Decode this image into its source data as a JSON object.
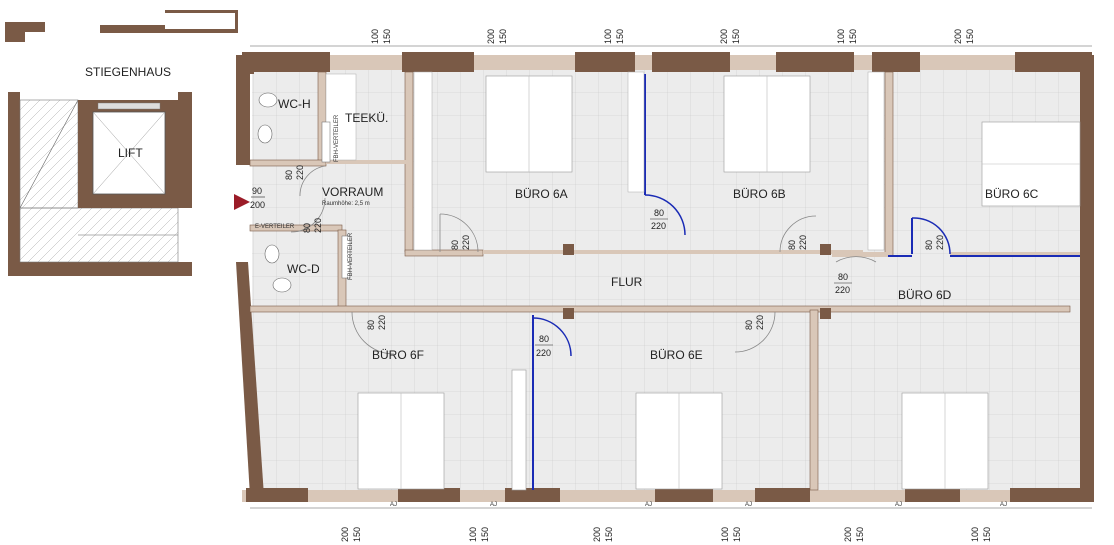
{
  "rooms": {
    "stiegenhaus": "STIEGENHAUS",
    "lift": "LIFT",
    "wc_h": "WC-H",
    "teekueche": "TEEKÜ.",
    "vorraum": "VORRAUM",
    "raumhoehe": "Raumhöhe: 2,5 m",
    "wc_d": "WC-D",
    "buero_6a": "BÜRO 6A",
    "buero_6b": "BÜRO 6B",
    "buero_6c": "BÜRO 6C",
    "buero_6d": "BÜRO 6D",
    "buero_6e": "BÜRO 6E",
    "buero_6f": "BÜRO 6F",
    "flur": "FLUR"
  },
  "labels": {
    "fbh_verteiler": "FBH-VERTEILER",
    "e_verteiler": "E-VERTEILER",
    "aj": "AJ"
  },
  "entrance": {
    "width": "90",
    "height": "200"
  },
  "doors": [
    {
      "id": "wc-h",
      "w": "80",
      "h": "220"
    },
    {
      "id": "wc-d",
      "w": "80",
      "h": "220"
    },
    {
      "id": "6a-left",
      "w": "80",
      "h": "220"
    },
    {
      "id": "6a-6b",
      "w": "80",
      "h": "220"
    },
    {
      "id": "6b",
      "w": "80",
      "h": "220"
    },
    {
      "id": "6c",
      "w": "80",
      "h": "220"
    },
    {
      "id": "6d",
      "w": "80",
      "h": "220"
    },
    {
      "id": "6f",
      "w": "80",
      "h": "220"
    },
    {
      "id": "6e-left",
      "w": "80",
      "h": "220"
    },
    {
      "id": "6e-right",
      "w": "80",
      "h": "220"
    }
  ],
  "top_windows": [
    {
      "a": "100",
      "b": "150"
    },
    {
      "a": "200",
      "b": "150"
    },
    {
      "a": "100",
      "b": "150"
    },
    {
      "a": "200",
      "b": "150"
    },
    {
      "a": "100",
      "b": "150"
    },
    {
      "a": "200",
      "b": "150"
    }
  ],
  "bottom_windows": [
    {
      "a": "200",
      "b": "150"
    },
    {
      "a": "100",
      "b": "150"
    },
    {
      "a": "200",
      "b": "150"
    },
    {
      "a": "100",
      "b": "150"
    },
    {
      "a": "200",
      "b": "150"
    },
    {
      "a": "100",
      "b": "150"
    }
  ],
  "colors": {
    "wall": "#7a5a46",
    "blue_wall": "#1a2bb5",
    "entrance": "#9b1c28",
    "tile": "#ececec"
  }
}
